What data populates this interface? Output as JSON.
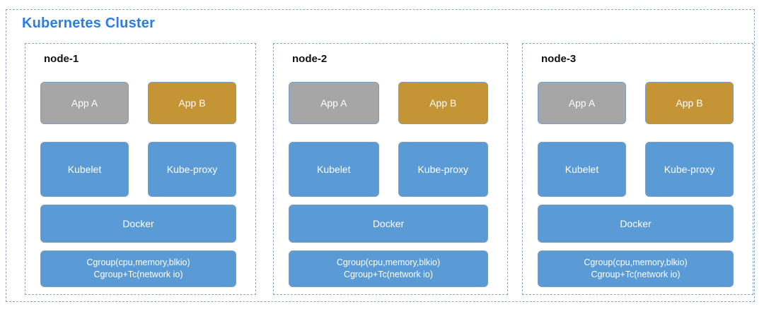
{
  "title": "Kubernetes Cluster",
  "colors": {
    "title_blue": "#2b7ce9",
    "dashed_border": "#8ba6c4",
    "app_a_gray": "#a6a6a6",
    "app_b_gold": "#c59434",
    "component_blue": "#5b9bd5",
    "box_border": "#7e9dc0",
    "box_text": "#ffffff",
    "node_label_color": "#111111"
  },
  "nodes": [
    {
      "label": "node-1",
      "app_a": "App A",
      "app_b": "App B",
      "kubelet": "Kubelet",
      "kube_proxy": "Kube-proxy",
      "docker": "Docker",
      "cgroup_line1": "Cgroup(cpu,memory,blkio)",
      "cgroup_line2": "Cgroup+Tc(network io)"
    },
    {
      "label": "node-2",
      "app_a": "App A",
      "app_b": "App B",
      "kubelet": "Kubelet",
      "kube_proxy": "Kube-proxy",
      "docker": "Docker",
      "cgroup_line1": "Cgroup(cpu,memory,blkio)",
      "cgroup_line2": "Cgroup+Tc(network io)"
    },
    {
      "label": "node-3",
      "app_a": "App A",
      "app_b": "App B",
      "kubelet": "Kubelet",
      "kube_proxy": "Kube-proxy",
      "docker": "Docker",
      "cgroup_line1": "Cgroup(cpu,memory,blkio)",
      "cgroup_line2": "Cgroup+Tc(network io)"
    }
  ]
}
